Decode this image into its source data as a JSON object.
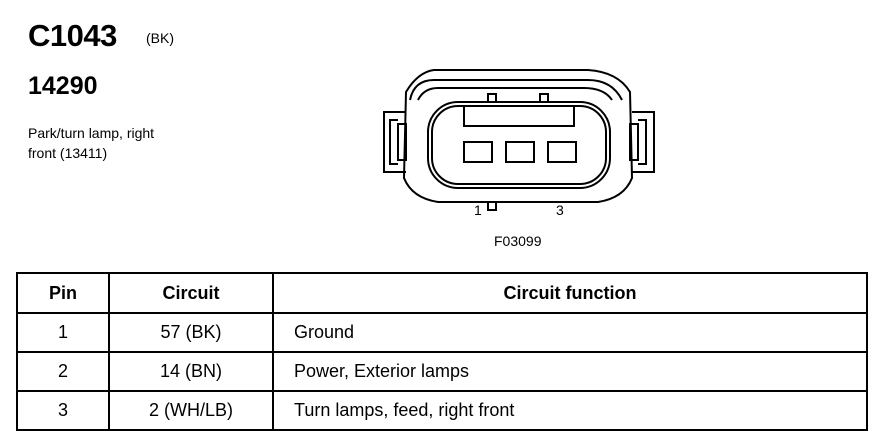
{
  "header": {
    "connector_id": "C1043",
    "connector_color": "(BK)",
    "part_number": "14290",
    "description_line1": "Park/turn lamp, right",
    "description_line2": "front (13411)"
  },
  "diagram": {
    "pin1_label": "1",
    "pin3_label": "3",
    "figure_code": "F03099"
  },
  "table": {
    "headers": {
      "pin": "Pin",
      "circuit": "Circuit",
      "function": "Circuit function"
    },
    "rows": [
      {
        "pin": "1",
        "circuit": "57 (BK)",
        "function": "Ground"
      },
      {
        "pin": "2",
        "circuit": "14 (BN)",
        "function": "Power, Exterior lamps"
      },
      {
        "pin": "3",
        "circuit": "2 (WH/LB)",
        "function": "Turn lamps, feed, right front"
      }
    ]
  }
}
